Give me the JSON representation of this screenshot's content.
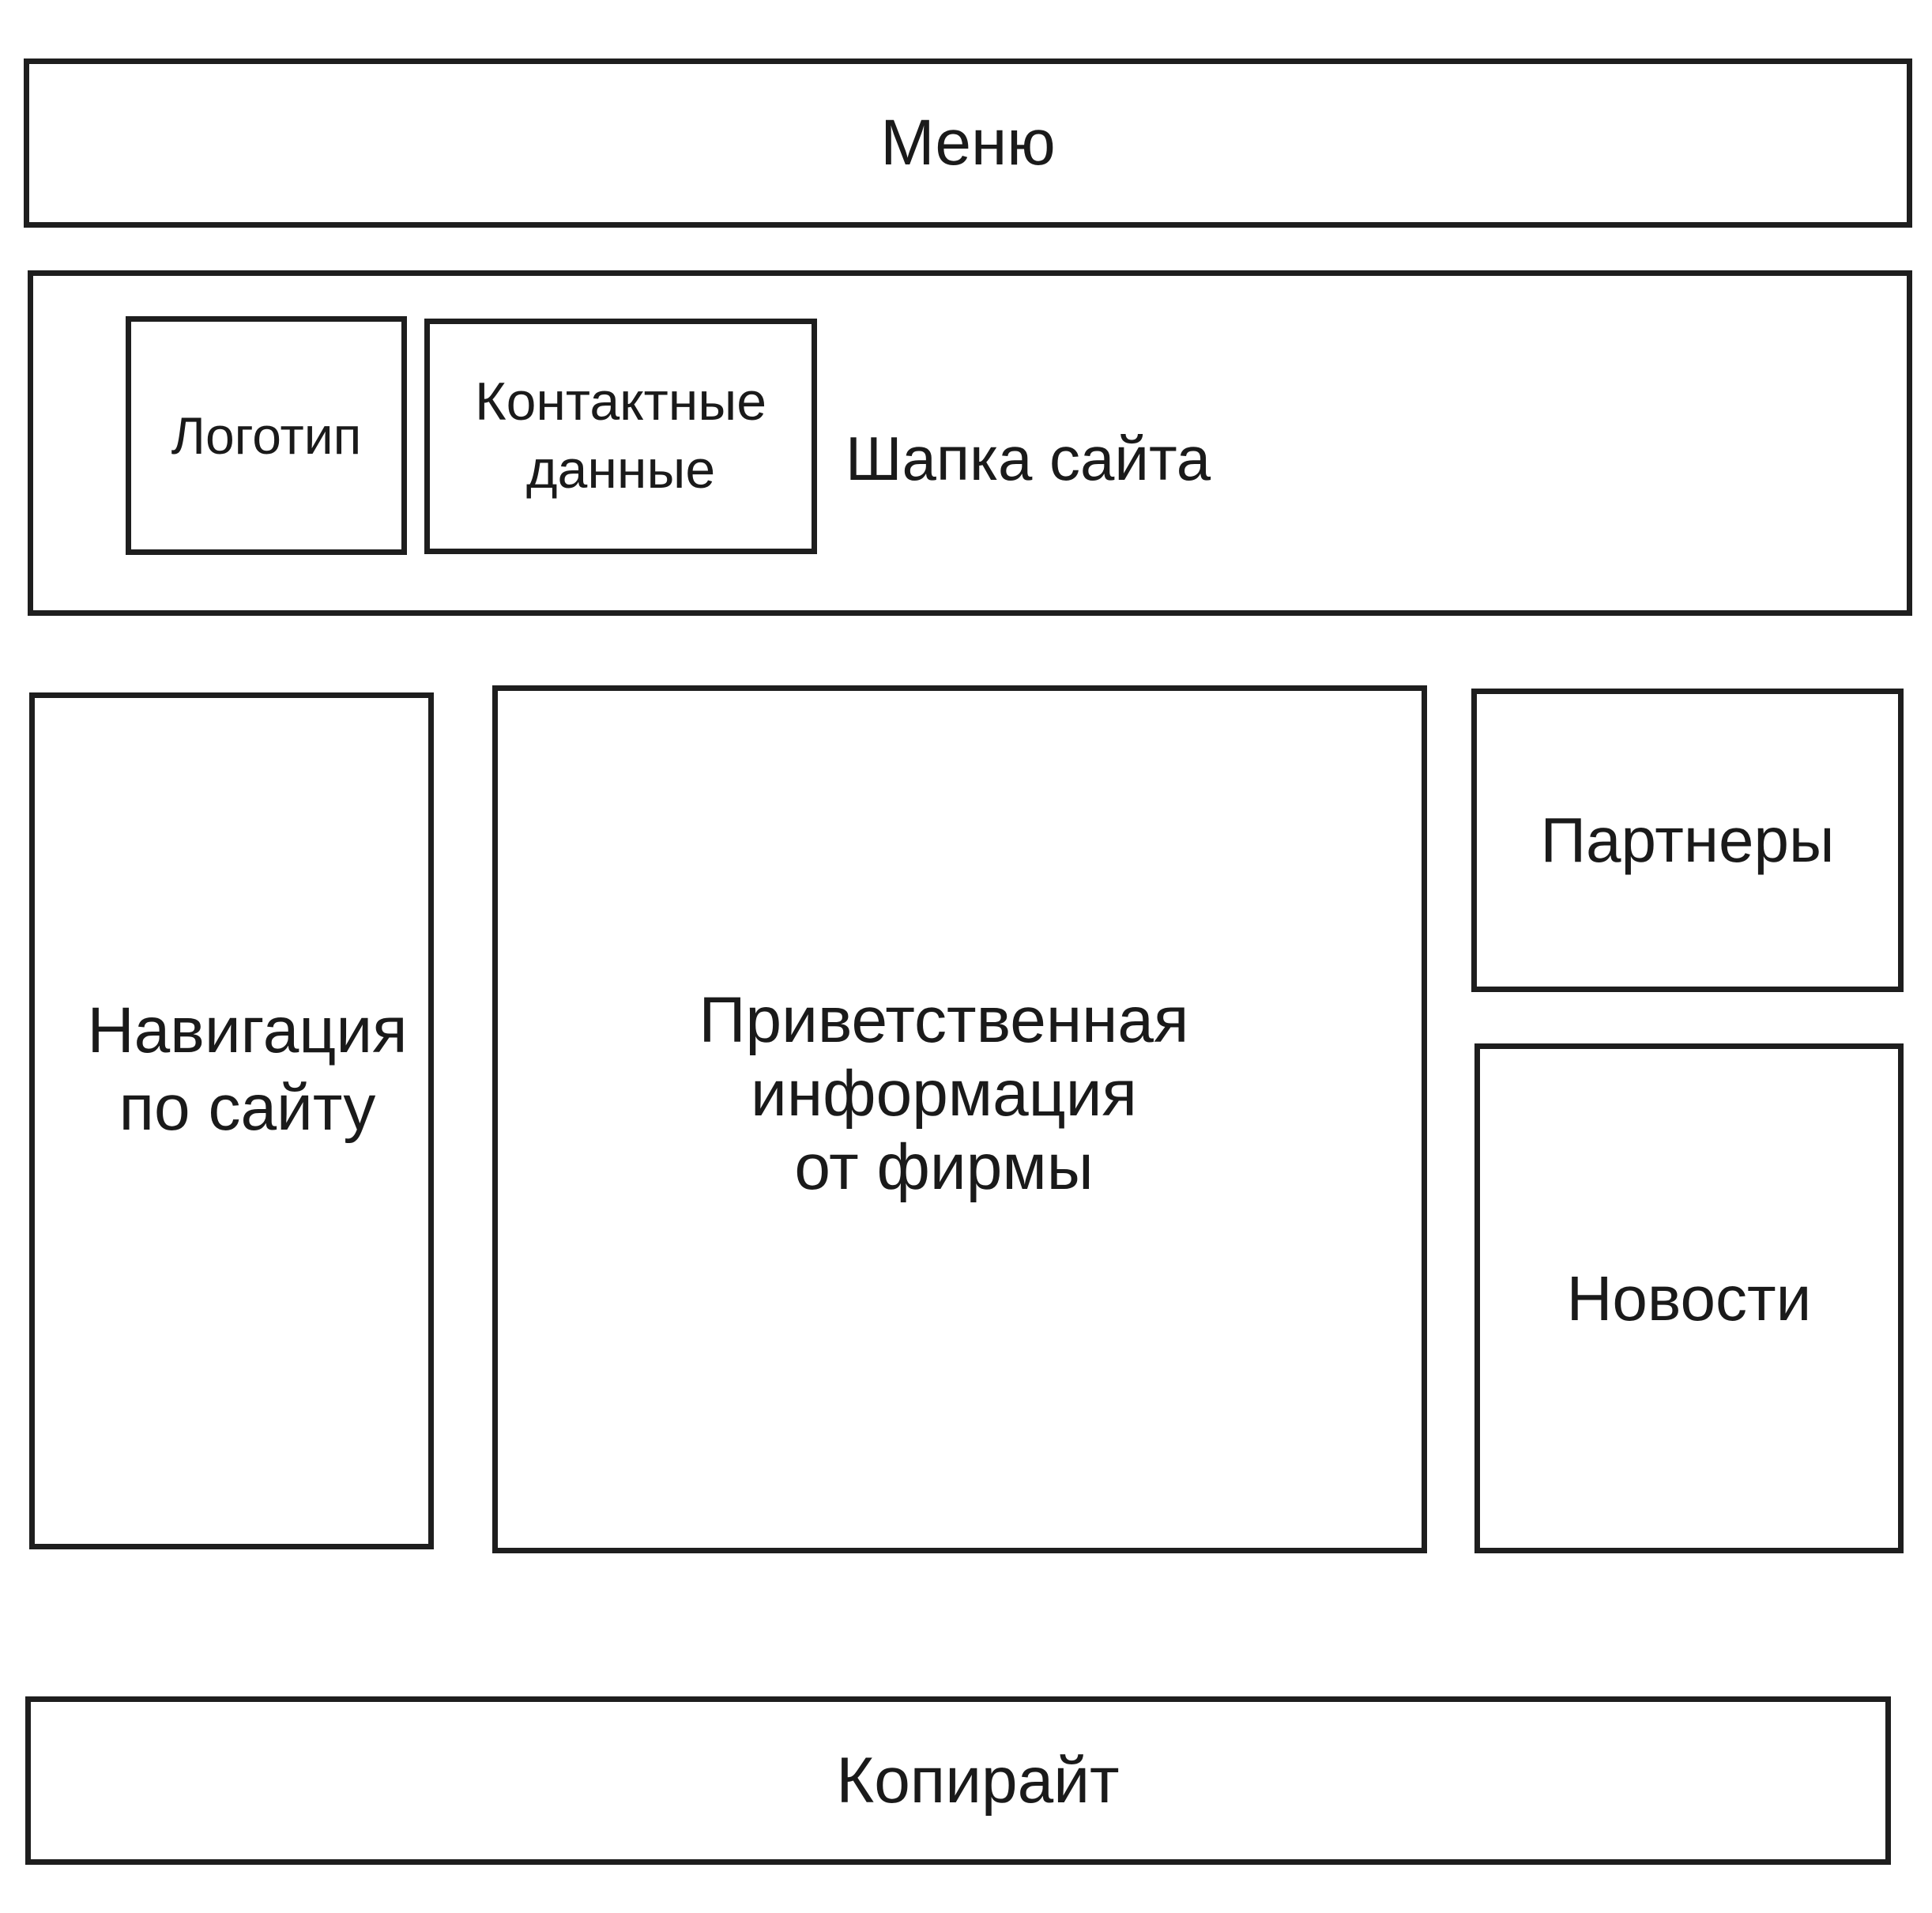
{
  "menu": {
    "label": "Меню"
  },
  "header": {
    "label": "Шапка сайта",
    "logo": {
      "label": "Логотип"
    },
    "contacts": {
      "lines": [
        "Контактные",
        "данные"
      ]
    }
  },
  "navigation": {
    "lines": [
      "Навигация",
      "по сайту"
    ]
  },
  "welcome": {
    "lines": [
      "Приветственная",
      "информация",
      "от фирмы"
    ]
  },
  "partners": {
    "label": "Партнеры"
  },
  "news": {
    "label": "Новости"
  },
  "footer": {
    "label": "Копирайт"
  }
}
